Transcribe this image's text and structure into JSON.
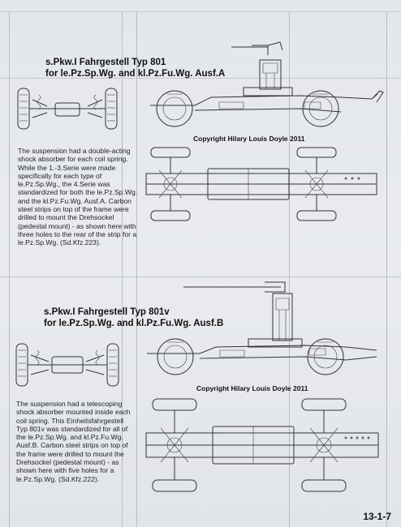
{
  "section_a": {
    "title_line1": "s.Pkw.I Fahrgestell Typ 801",
    "title_line2": "for le.Pz.Sp.Wg. and kl.Pz.Fu.Wg. Ausf.A",
    "caption": [
      "The suspension had a double-acting",
      "shock absorber for each coil spring.",
      "While the 1.-3.Serie were made",
      "specifically for each type of",
      "le.Pz.Sp.Wg., the 4.Serie was",
      "standardized for both the le.Pz.Sp.Wg.",
      "and the kl.Pz.Fu.Wg. Ausf.A. Carbon",
      "steel strips on top of the frame were",
      "drilled to mount the Drehsockel",
      "(pedestal mount) - as shown here with",
      "three holes to the rear of the strip for a",
      "le.Pz.Sp.Wg. (Sd.Kfz.223)."
    ],
    "copyright": "Copyright Hilary Louis Doyle 2011"
  },
  "section_b": {
    "title_line1": "s.Pkw.I Fahrgestell Typ 801v",
    "title_line2": "for le.Pz.Sp.Wg. and kl.Pz.Fu.Wg. Ausf.B",
    "caption": [
      "The suspension had a telescoping",
      "shock absorber mounted inside each",
      "coil spring.  This Einheitsfahrgestell",
      "Typ 801v was standardized for all of",
      "the le.Pz.Sp.Wg. and kl.Pz.Fu.Wg.",
      "Ausf.B. Carbon steel strips on top of",
      "the frame were drilled to mount the",
      "Drehsockel (pedestal mount) - as",
      "shown here with five holes for a",
      "le.Pz.Sp.Wg. (Sd.Kfz.222)."
    ],
    "copyright": "Copyright Hilary Louis Doyle 2011"
  },
  "page_number": "13-1-7",
  "drawings": {
    "a_front": "axle-front-view",
    "a_side": "chassis-side-view",
    "a_top": "chassis-top-view",
    "b_front": "axle-front-view",
    "b_side": "chassis-side-view",
    "b_top": "chassis-top-view"
  },
  "colors": {
    "paper": "#e7e9ec",
    "ink": "#222222"
  }
}
